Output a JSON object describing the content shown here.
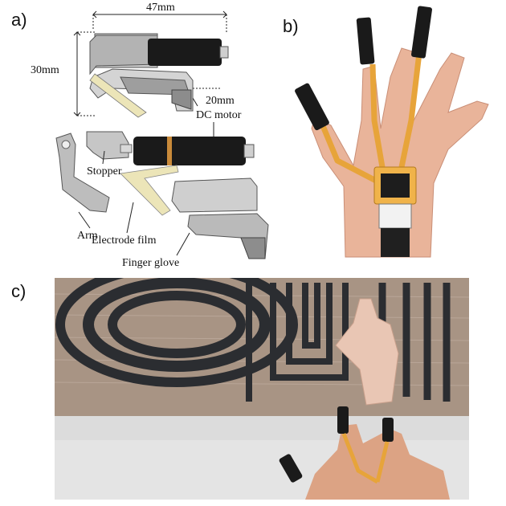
{
  "figure": {
    "panel_a_label": "a)",
    "panel_b_label": "b)",
    "panel_c_label": "c)",
    "dimensions": {
      "width": "47mm",
      "height": "30mm",
      "depth": "20mm"
    },
    "parts": {
      "dc_motor": "DC motor",
      "stopper": "Stopper",
      "arm": "Arm",
      "electrode_film": "Electrode film",
      "finger_glove": "Finger glove"
    },
    "colors": {
      "motor_black": "#1a1a1a",
      "housing_gray": "#b8b8b8",
      "film_yellow": "#ece5b8",
      "flex_orange": "#e7a43a",
      "wood_tabletop": "#a89484",
      "maze_dark": "#2b2d31",
      "skin": "#e9b49a"
    }
  }
}
